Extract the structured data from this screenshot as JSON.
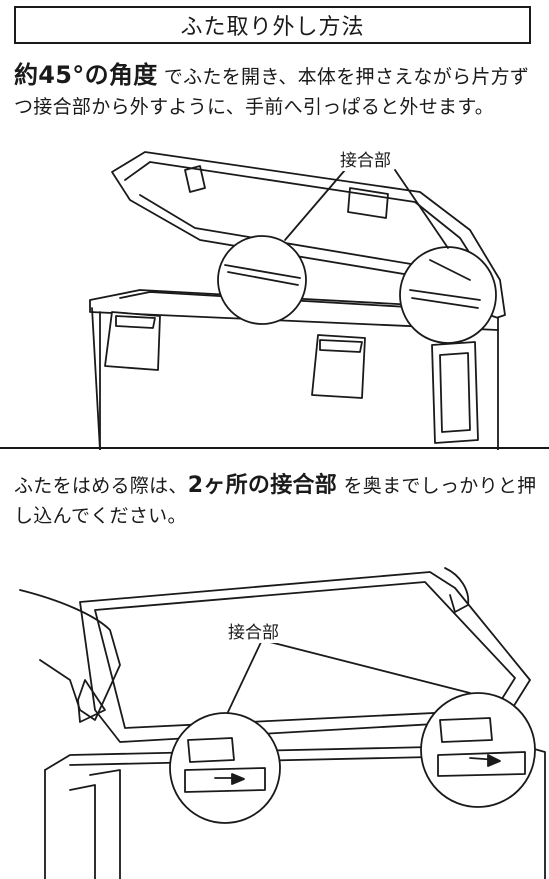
{
  "title": "ふた取り外し方法",
  "step1": {
    "emphasis": "約45°の角度",
    "text_part1": "でふたを開き、本体を押さえながら片方ずつ接合部から外すように、手前へ引っぱると外せます。",
    "callout": "接合部"
  },
  "step2": {
    "text_part1": "ふたをはめる際は、",
    "emphasis": "2ヶ所の接合部",
    "text_part2": "を奥までしっかりと押し込んでください。",
    "callout": "接合部"
  }
}
